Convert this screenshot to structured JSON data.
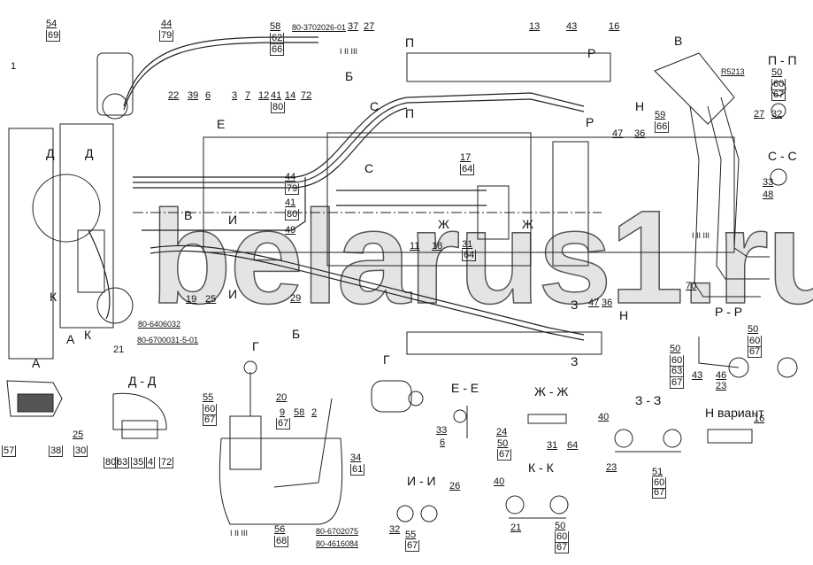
{
  "diagram": {
    "watermark": "belarus1.ru",
    "labels": [
      "54",
      "69",
      "44",
      "79",
      "1",
      "58",
      "62",
      "66",
      "80-3702026-01",
      "37",
      "27",
      "22",
      "39",
      "6",
      "3",
      "7",
      "12",
      "41",
      "80",
      "14",
      "72",
      "Е",
      "Д",
      "Д",
      "П",
      "Б",
      "С",
      "П",
      "13",
      "43",
      "16",
      "Р",
      "Р",
      "Н",
      "47",
      "36",
      "В",
      "R5213",
      "59",
      "66",
      "П - П",
      "50",
      "60",
      "67",
      "27",
      "32",
      "С - С",
      "33",
      "48",
      "17",
      "64",
      "С",
      "44",
      "79",
      "41",
      "80",
      "49",
      "В",
      "И",
      "И",
      "11",
      "18",
      "Ж",
      "Ж",
      "31",
      "64",
      "19",
      "25",
      "29",
      "К",
      "К",
      "А",
      "80-6406032",
      "80-6700031-5-01",
      "21",
      "Б",
      "Г",
      "З",
      "47",
      "36",
      "Н",
      "З",
      "70",
      "Р - Р",
      "50",
      "60",
      "63",
      "67",
      "43",
      "46",
      "23",
      "50",
      "60",
      "67",
      "А",
      "57",
      "38",
      "30",
      "25",
      "Д - Д",
      "80",
      "63",
      "35",
      "4",
      "72",
      "55",
      "60",
      "67",
      "20",
      "9",
      "67",
      "58",
      "2",
      "34",
      "61",
      "56",
      "68",
      "80-6702075",
      "80-4616084",
      "I  II  III",
      "Г",
      "Е - Е",
      "33",
      "6",
      "24",
      "50",
      "67",
      "Ж - Ж",
      "31",
      "64",
      "З - З",
      "40",
      "23",
      "51",
      "60",
      "67",
      "Н вариант",
      "16",
      "И - И",
      "26",
      "32",
      "55",
      "67",
      "К - К",
      "40",
      "21",
      "50",
      "60",
      "67",
      "I  II  III",
      "I  II  III"
    ]
  }
}
